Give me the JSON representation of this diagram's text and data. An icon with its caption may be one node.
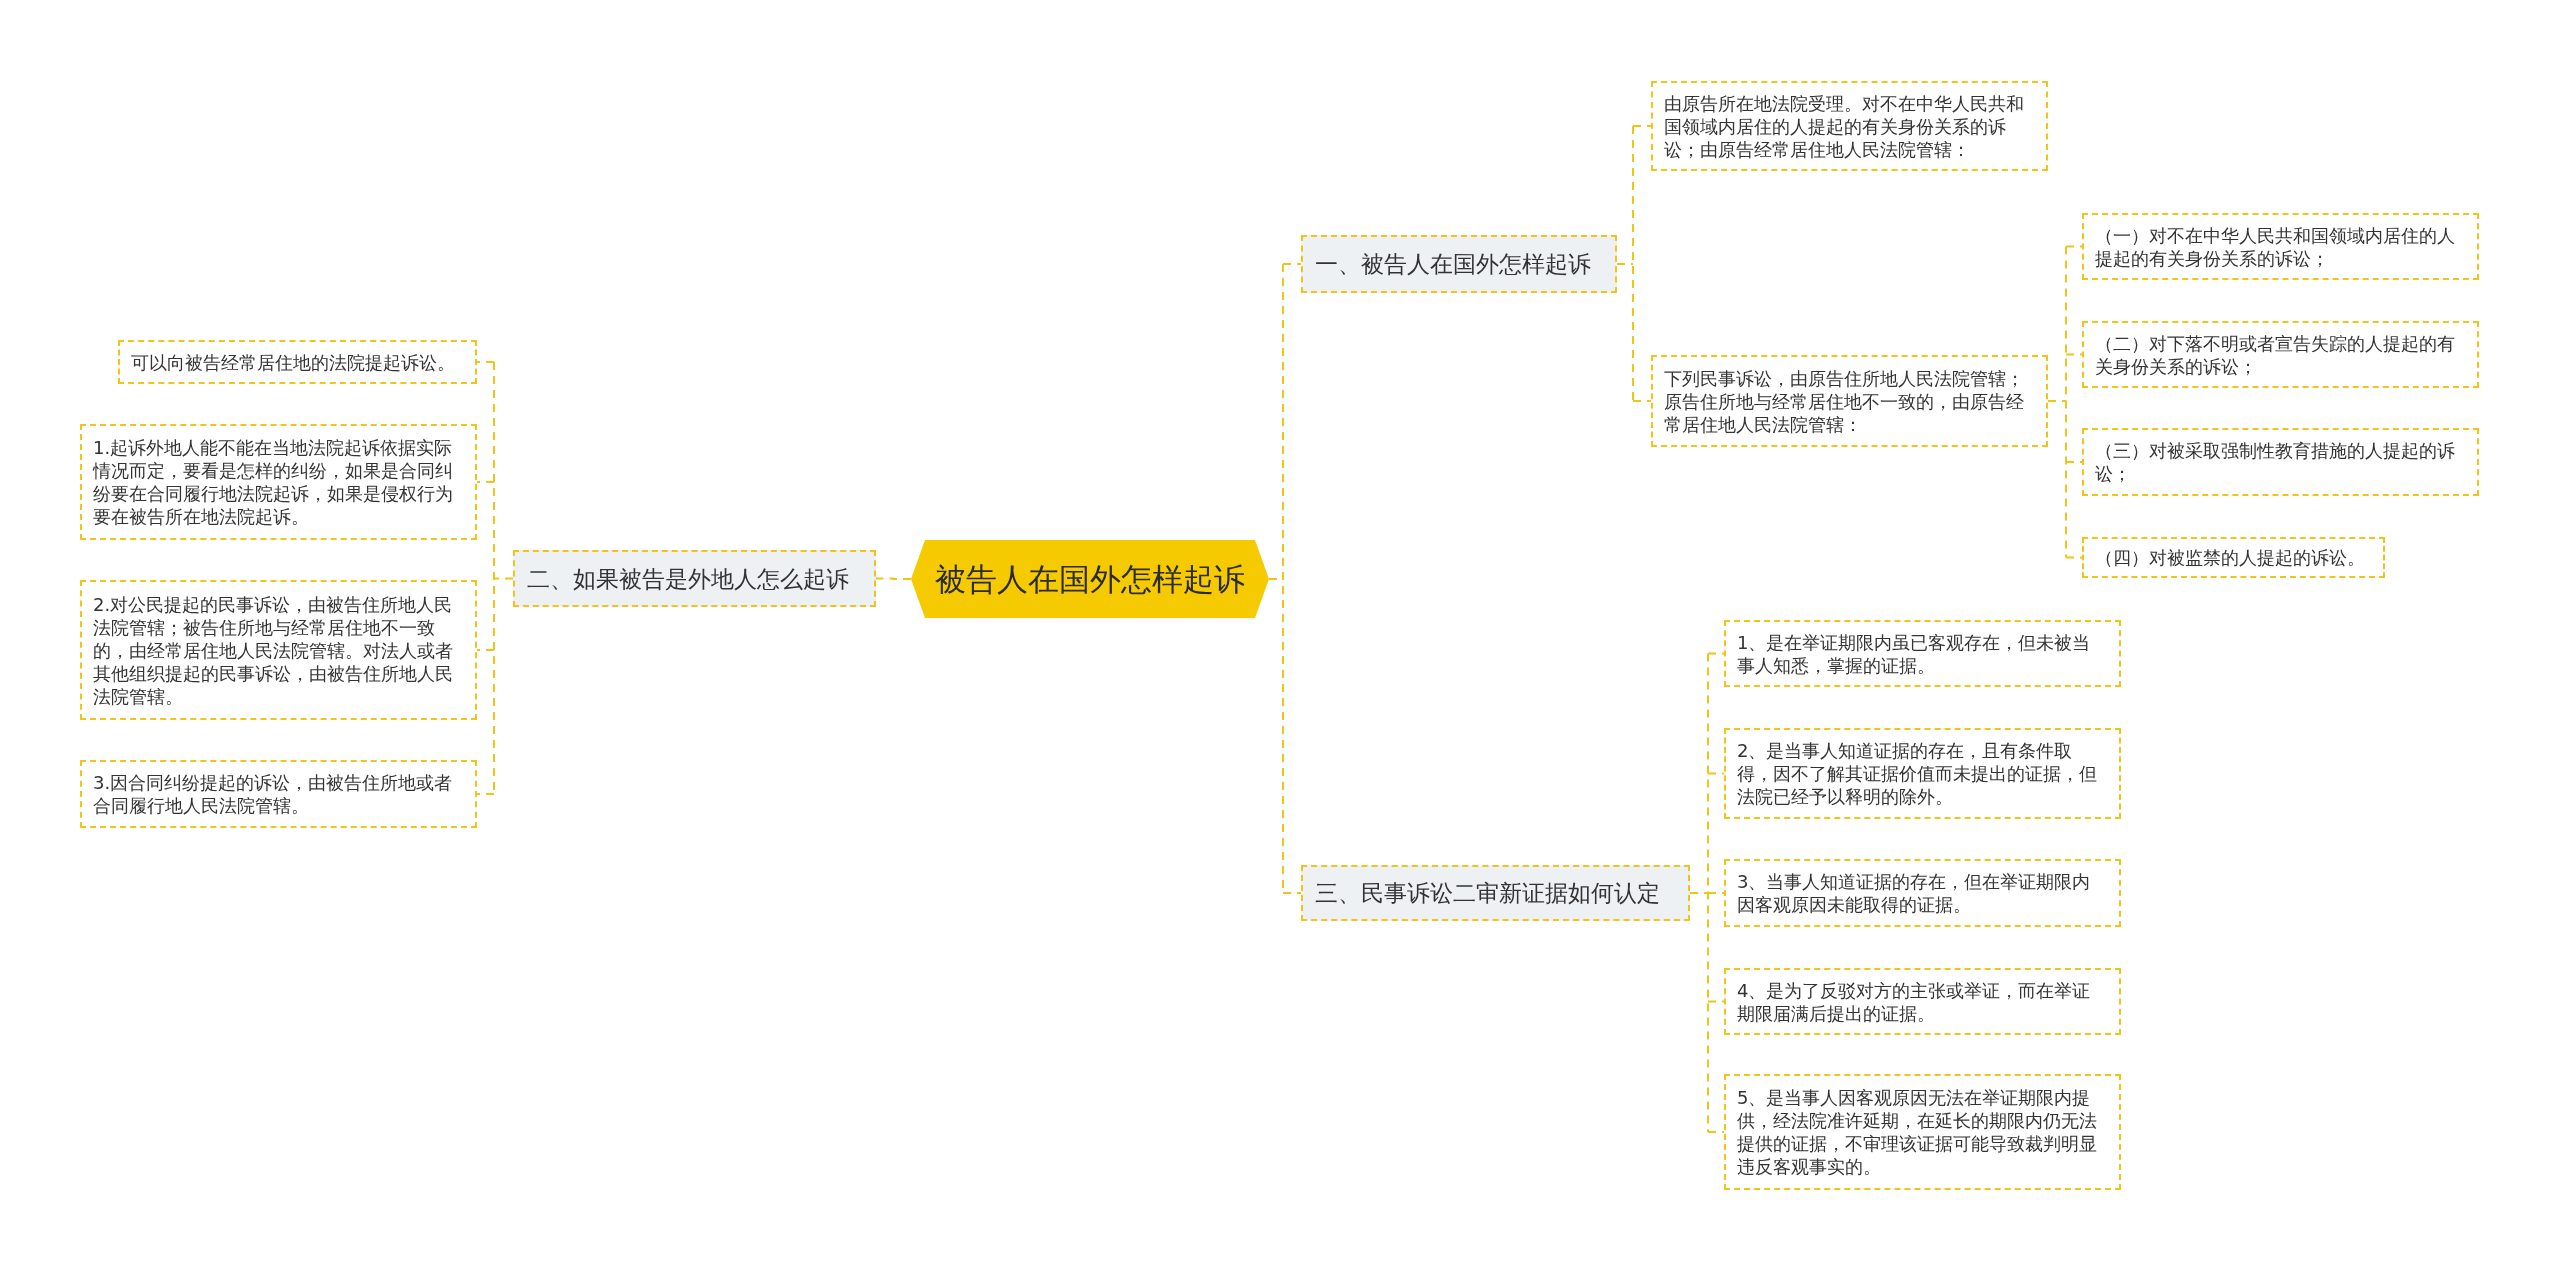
{
  "diagram": {
    "nodes": [
      {
        "text": [
          "被告人在国外怎样起诉"
        ]
      },
      {
        "text": [
          "一、被告人在国外怎样起诉"
        ]
      },
      {
        "text": [
          "由原告所在地法院受理。对不在中华人民共和国领域内居住的人提起的有关身份关系的诉讼；由原告经常居住地人民法院管辖："
        ]
      },
      {
        "text": [
          "下列民事诉讼，由原告住所地人民法院管辖；原告住所地与经常居住地不一致的，由原告经常居住地人民法院管辖："
        ]
      },
      {
        "text": [
          "（一）对不在中华人民共和国领域内居住的人提起的有关身份关系的诉讼；"
        ]
      },
      {
        "text": [
          "（二）对下落不明或者宣告失踪的人提起的有关身份关系的诉讼；"
        ]
      },
      {
        "text": [
          "（三）对被采取强制性教育措施的人提起的诉讼；"
        ]
      },
      {
        "text": [
          "（四）对被监禁的人提起的诉讼。"
        ]
      },
      {
        "text": [
          "二、如果被告是外地人怎么起诉"
        ]
      },
      {
        "text": [
          "可以向被告经常居住地的法院提起诉讼。"
        ]
      },
      {
        "text": [
          "1.起诉外地人能不能在当地法院起诉依据实际情况而定，要看是怎样的纠纷，如果是合同纠纷要在合同履行地法院起诉，如果是侵权行为要在被告所在地法院起诉。"
        ]
      },
      {
        "text": [
          "2.对公民提起的民事诉讼，由被告住所地人民法院管辖；被告住所地与经常居住地不一致的，由经常居住地人民法院管辖。对法人或者其他组织提起的民事诉讼，由被告住所地人民法院管辖。"
        ]
      },
      {
        "text": [
          "3.因合同纠纷提起的诉讼，由被告住所地或者合同履行地人民法院管辖。"
        ]
      },
      {
        "text": [
          "三、民事诉讼二审新证据如何认定"
        ]
      },
      {
        "text": [
          "1、是在举证期限内虽已客观存在，但未被当事人知悉，掌握的证据。"
        ]
      },
      {
        "text": [
          "2、是当事人知道证据的存在，且有条件取得，因不了解其证据价值而未提出的证据，但法院已经予以释明的除外。"
        ]
      },
      {
        "text": [
          "3、当事人知道证据的存在，但在举证期限内因客观原因未能取得的证据。"
        ]
      },
      {
        "text": [
          "4、是为了反驳对方的主张或举证，而在举证期限届满后提出的证据。"
        ]
      },
      {
        "text": [
          "5、是当事人因客观原因无法在举证期限内提供，经法院准许延期，在延长的期限内仍无法提供的证据，不审理该证据可能导致裁判明显违反客观事实的。"
        ]
      }
    ],
    "edges": [
      {
        "from": 0,
        "to": 1,
        "arrow": "none"
      },
      {
        "from": 1,
        "to": 2,
        "arrow": "none"
      },
      {
        "from": 1,
        "to": 3,
        "arrow": "none"
      },
      {
        "from": 3,
        "to": 4,
        "arrow": "none"
      },
      {
        "from": 3,
        "to": 5,
        "arrow": "none"
      },
      {
        "from": 3,
        "to": 6,
        "arrow": "none"
      },
      {
        "from": 3,
        "to": 7,
        "arrow": "none"
      },
      {
        "from": 0,
        "to": 8,
        "arrow": "none"
      },
      {
        "from": 8,
        "to": 9,
        "arrow": "none"
      },
      {
        "from": 8,
        "to": 10,
        "arrow": "none"
      },
      {
        "from": 8,
        "to": 11,
        "arrow": "none"
      },
      {
        "from": 8,
        "to": 12,
        "arrow": "none"
      },
      {
        "from": 0,
        "to": 13,
        "arrow": "none"
      },
      {
        "from": 13,
        "to": 14,
        "arrow": "none"
      },
      {
        "from": 13,
        "to": 15,
        "arrow": "none"
      },
      {
        "from": 13,
        "to": 16,
        "arrow": "none"
      },
      {
        "from": 13,
        "to": 17,
        "arrow": "none"
      },
      {
        "from": 13,
        "to": 18,
        "arrow": "none"
      }
    ]
  }
}
